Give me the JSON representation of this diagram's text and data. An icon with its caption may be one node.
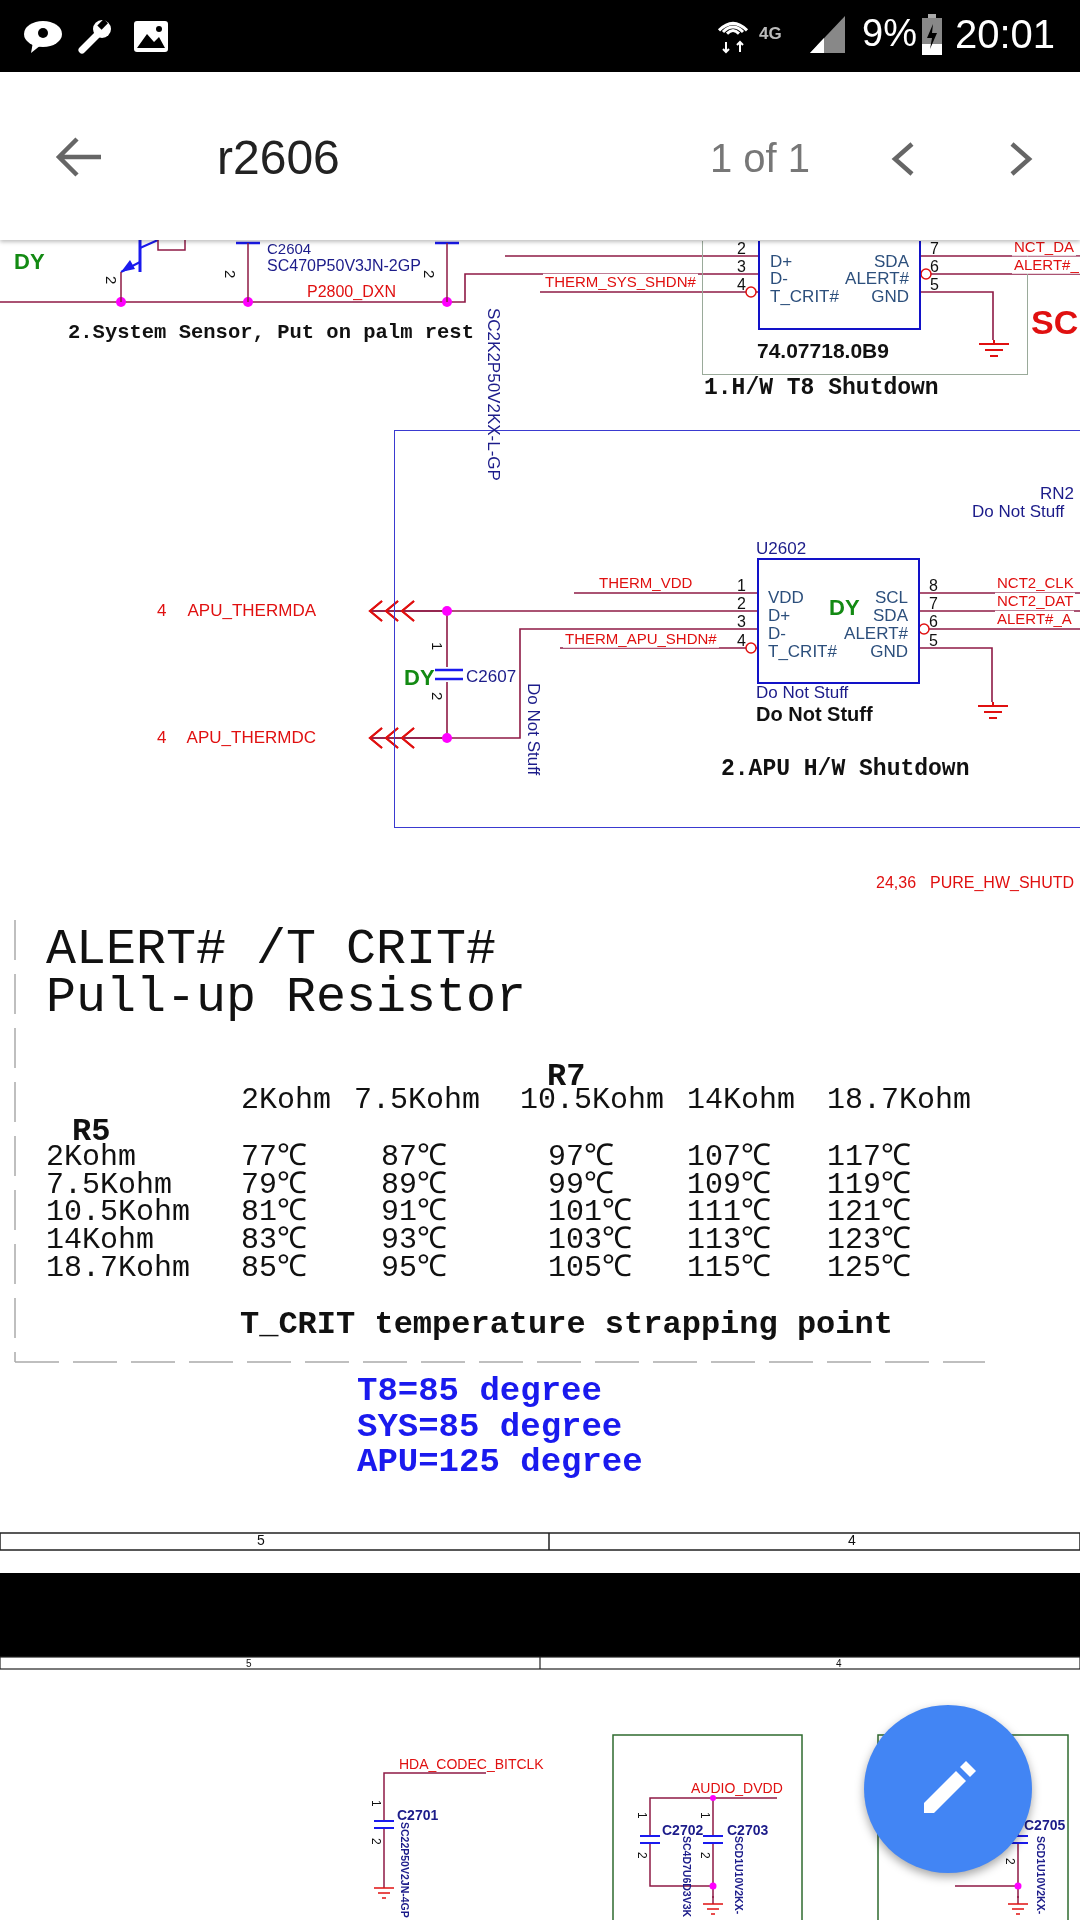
{
  "diagram": {
    "nodes": [
      {
        "text": [
          "1.H/W T8 Shutdown"
        ]
      },
      {
        "text": [
          "D+",
          "D-",
          "T_CRIT#",
          "SDA",
          "ALERT#",
          "GND"
        ],
        "in": 0,
        "beside": [
          "74.07718.0B9"
        ]
      },
      {
        "text": [],
        "shape": "ground",
        "in": 0
      },
      {
        "text": [
          "2.APU H/W Shutdown"
        ]
      },
      {
        "text": [
          "APU_THERMDA"
        ],
        "beside": [
          "4"
        ]
      },
      {
        "text": [
          "APU_THERMDC"
        ],
        "beside": [
          "4"
        ]
      },
      {
        "text": [],
        "shape": "capacitor",
        "in": 3,
        "beside": [
          "DY",
          "C2607",
          "Do Not Stuff"
        ]
      },
      {
        "text": [
          "VDD",
          "D+",
          "D-",
          "T_CRIT#",
          "SCL",
          "SDA",
          "ALERT#",
          "GND",
          "DY"
        ],
        "in": 3,
        "beside": [
          "U2602",
          "Do Not Stuff",
          "Do Not Stuff"
        ]
      },
      {
        "text": [],
        "shape": "ground",
        "in": 3
      }
    ],
    "edges": [
      {
        "from": 1,
        "to": 2,
        "arrow": "none"
      },
      {
        "from": 1,
        "to": null,
        "arrow": "none",
        "label": "THERM_SYS_SHDN#"
      },
      {
        "from": 1,
        "to": null,
        "arrow": "none",
        "label": "NCT_DA"
      },
      {
        "from": 1,
        "to": null,
        "arrow": "none",
        "label": "ALERT#_"
      },
      {
        "from": 1,
        "to": null,
        "arrow": "none"
      },
      {
        "from": 1,
        "to": null,
        "arrow": "none"
      },
      {
        "from": 7,
        "to": 4,
        "arrow": "to"
      },
      {
        "from": 6,
        "to": 4,
        "arrow": "to"
      },
      {
        "from": 6,
        "to": 5,
        "arrow": "to"
      },
      {
        "from": 7,
        "to": 5,
        "arrow": "to"
      },
      {
        "from": 7,
        "to": 8,
        "arrow": "none"
      },
      {
        "from": 7,
        "to": null,
        "arrow": "none",
        "label": "THERM_VDD"
      },
      {
        "from": 7,
        "to": null,
        "arrow": "none",
        "label": "THERM_APU_SHDN#"
      },
      {
        "from": 7,
        "to": null,
        "arrow": "none",
        "label": "NCT2_CLK"
      },
      {
        "from": 7,
        "to": null,
        "arrow": "none",
        "label": "NCT2_DAT"
      },
      {
        "from": 7,
        "to": null,
        "arrow": "none",
        "label": "ALERT#_A"
      }
    ],
    "labels": [
      "4G",
      "9%",
      "20:01",
      "r2606",
      "1 of 1",
      "DY",
      "C2604",
      "SC470P50V3JN-2GP",
      "2",
      "2",
      "SC2K2P50V2KX-L-GP",
      "2",
      "P2800_DXN",
      "2.System Sensor, Put on palm rest",
      "2",
      "3",
      "4",
      "7",
      "6",
      "5",
      "SC",
      "RN2",
      "Do Not Stuff",
      "1",
      "2",
      "1",
      "2",
      "3",
      "4",
      "8",
      "7",
      "6",
      "5",
      "24,36",
      "PURE_HW_SHUTD",
      "ALERT# /T CRIT#",
      "Pull-up Resistor",
      "R7",
      "2Kohm",
      "7.5Kohm",
      "10.5Kohm",
      "14Kohm",
      "18.7Kohm",
      "R5",
      "2Kohm",
      "77℃",
      "87℃",
      "97℃",
      "107℃",
      "117℃",
      "7.5Kohm",
      "79℃",
      "89℃",
      "99℃",
      "109℃",
      "119℃",
      "10.5Kohm",
      "81℃",
      "91℃",
      "101℃",
      "111℃",
      "121℃",
      "14Kohm",
      "83℃",
      "93℃",
      "103℃",
      "113℃",
      "123℃",
      "18.7Kohm",
      "85℃",
      "95℃",
      "105℃",
      "115℃",
      "125℃",
      "T_CRIT temperature strapping point",
      "T8=85 degree",
      "SYS=85 degree",
      "APU=125 degree",
      "5",
      "4",
      "5",
      "4",
      "HDA_CODEC_BITCLK",
      "1",
      "C2701",
      "SC22P50V2JN-4GP",
      "2",
      "AUDIO_DVDD",
      "1",
      "C2702",
      "SC4D7U6D3V3K",
      "2",
      "1",
      "C2703",
      "SCD1U10V2KX-",
      "2",
      "C2705",
      "SCD1U10V2KX-",
      "2"
    ]
  }
}
